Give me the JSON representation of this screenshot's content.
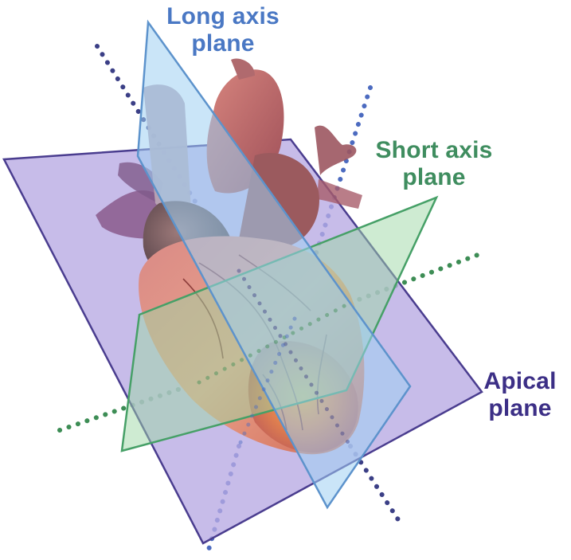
{
  "labels": {
    "long_axis": {
      "line1": "Long axis",
      "line2": "plane",
      "color": "#4a78c4"
    },
    "short_axis": {
      "line1": "Short axis",
      "line2": "plane",
      "color": "#3f8d5f"
    },
    "apical": {
      "line1": "Apical",
      "line2": "plane",
      "color": "#3c2f86"
    }
  },
  "colors": {
    "apical_fill": "#b7a9e3",
    "apical_stroke": "#4a3d8f",
    "long_fill": "#9fd0f2",
    "long_stroke": "#5d93cc",
    "short_fill": "#9ed8a6",
    "short_stroke": "#46a067",
    "dotted_blue": "#3f5fa8",
    "dotted_green": "#3d8d55"
  }
}
